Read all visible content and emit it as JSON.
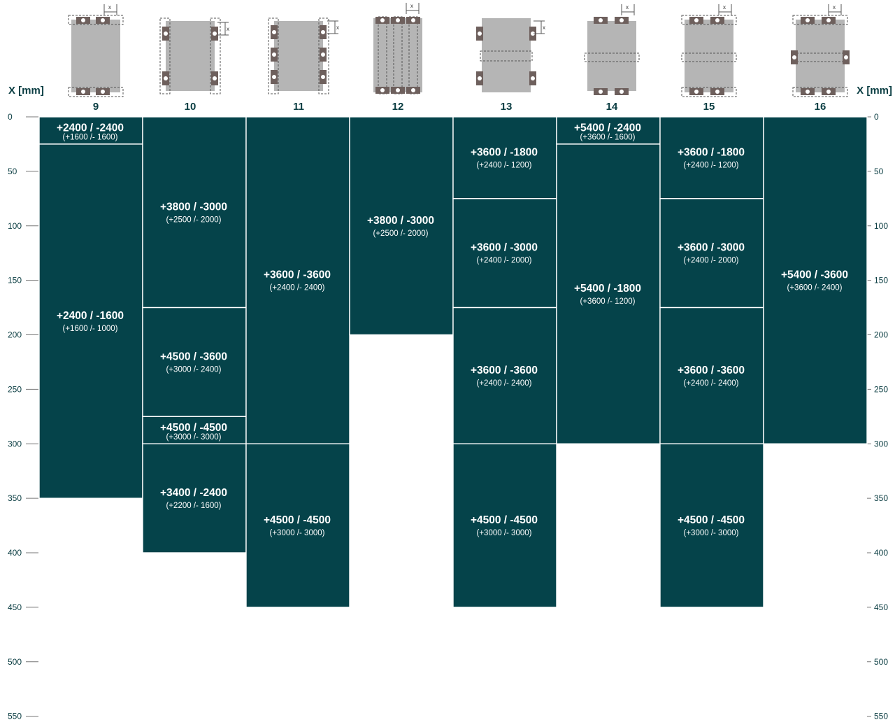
{
  "y_axis_label": "X [mm]",
  "chart_data": {
    "type": "bar",
    "ylabel": "X [mm]",
    "ylim": [
      0,
      550
    ],
    "y_inverted": true,
    "yticks": [
      0,
      50,
      100,
      150,
      200,
      250,
      300,
      350,
      400,
      450,
      500,
      550
    ],
    "categories": [
      "9",
      "10",
      "11",
      "12",
      "13",
      "14",
      "15",
      "16"
    ],
    "columns": [
      {
        "category": "9",
        "segments": [
          {
            "from": 0,
            "to": 25,
            "label": "+2400 / -2400",
            "sublabel": "(+1600 /- 1600)"
          },
          {
            "from": 25,
            "to": 350,
            "label": "+2400 / -1600",
            "sublabel": "(+1600 /- 1000)"
          }
        ]
      },
      {
        "category": "10",
        "segments": [
          {
            "from": 0,
            "to": 175,
            "label": "+3800 / -3000",
            "sublabel": "(+2500 /- 2000)"
          },
          {
            "from": 175,
            "to": 275,
            "label": "+4500 / -3600",
            "sublabel": "(+3000 /- 2400)"
          },
          {
            "from": 275,
            "to": 300,
            "label": "+4500 / -4500",
            "sublabel": "(+3000 /- 3000)"
          },
          {
            "from": 300,
            "to": 400,
            "label": "+3400 / -2400",
            "sublabel": "(+2200 /- 1600)"
          }
        ]
      },
      {
        "category": "11",
        "segments": [
          {
            "from": 0,
            "to": 300,
            "label": "+3600 / -3600",
            "sublabel": "(+2400 /- 2400)"
          },
          {
            "from": 300,
            "to": 450,
            "label": "+4500 / -4500",
            "sublabel": "(+3000 /- 3000)"
          }
        ]
      },
      {
        "category": "12",
        "segments": [
          {
            "from": 0,
            "to": 200,
            "label": "+3800 / -3000",
            "sublabel": "(+2500 /- 2000)"
          }
        ]
      },
      {
        "category": "13",
        "segments": [
          {
            "from": 0,
            "to": 75,
            "label": "+3600 / -1800",
            "sublabel": "(+2400 /- 1200)"
          },
          {
            "from": 75,
            "to": 175,
            "label": "+3600 / -3000",
            "sublabel": "(+2400 /- 2000)"
          },
          {
            "from": 175,
            "to": 300,
            "label": "+3600 / -3600",
            "sublabel": "(+2400 /- 2400)"
          },
          {
            "from": 300,
            "to": 450,
            "label": "+4500 / -4500",
            "sublabel": "(+3000 /- 3000)"
          }
        ]
      },
      {
        "category": "14",
        "segments": [
          {
            "from": 0,
            "to": 25,
            "label": "+5400 / -2400",
            "sublabel": "(+3600 /- 1600)"
          },
          {
            "from": 25,
            "to": 300,
            "label": "+5400 / -1800",
            "sublabel": "(+3600 /- 1200)"
          }
        ]
      },
      {
        "category": "15",
        "segments": [
          {
            "from": 0,
            "to": 75,
            "label": "+3600 / -1800",
            "sublabel": "(+2400 /- 1200)"
          },
          {
            "from": 75,
            "to": 175,
            "label": "+3600 / -3000",
            "sublabel": "(+2400 /- 2000)"
          },
          {
            "from": 175,
            "to": 300,
            "label": "+3600 / -3600",
            "sublabel": "(+2400 /- 2400)"
          },
          {
            "from": 300,
            "to": 450,
            "label": "+4500 / -4500",
            "sublabel": "(+3000 /- 3000)"
          }
        ]
      },
      {
        "category": "16",
        "segments": [
          {
            "from": 0,
            "to": 300,
            "label": "+5400 / -3600",
            "sublabel": "(+3600 /- 2400)"
          }
        ]
      }
    ],
    "grid": false,
    "legend": "none"
  },
  "colors": {
    "bar": "#05434a",
    "divider": "#ffffff",
    "text_dark": "#0a3d42",
    "plate": "#b5b5b5",
    "clamp": "#6e605d"
  },
  "icons": [
    "plate-clamp-config-9",
    "plate-clamp-config-10",
    "plate-clamp-config-11",
    "plate-clamp-config-12",
    "plate-clamp-config-13",
    "plate-clamp-config-14",
    "plate-clamp-config-15",
    "plate-clamp-config-16"
  ]
}
